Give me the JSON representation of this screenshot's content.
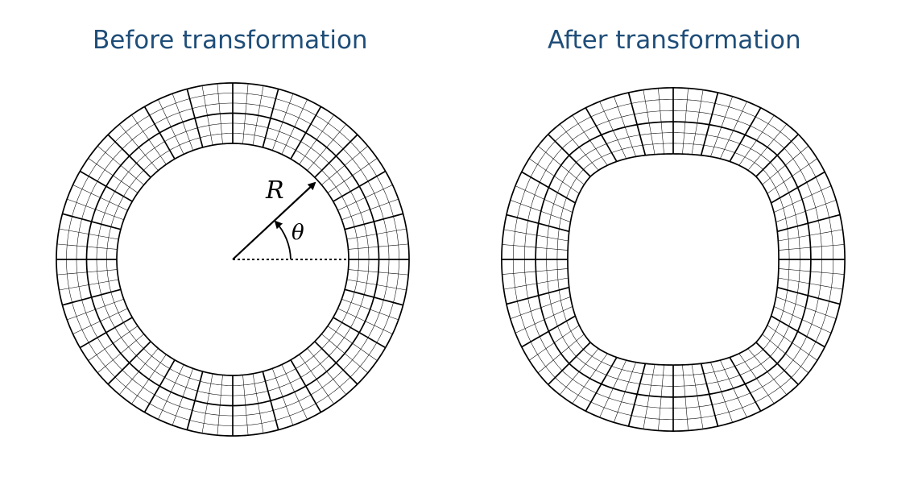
{
  "titles": {
    "before": "Before transformation",
    "after": "After transformation"
  },
  "labels": {
    "radius": "R",
    "angle": "θ"
  },
  "colors": {
    "title": "#1f4e79",
    "lines": "#000000"
  }
}
